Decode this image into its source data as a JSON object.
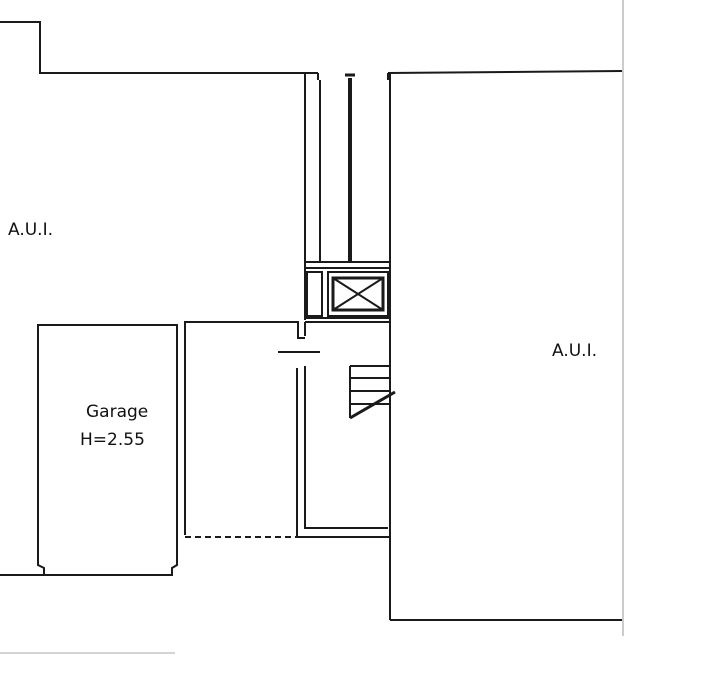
{
  "plan": {
    "labels": {
      "aui_left": "A.U.I.",
      "aui_right": "A.U.I.",
      "garage_name": "Garage",
      "garage_height": "H=2.55"
    },
    "colors": {
      "line": "#1a1a1a",
      "faint": "#999999"
    }
  }
}
